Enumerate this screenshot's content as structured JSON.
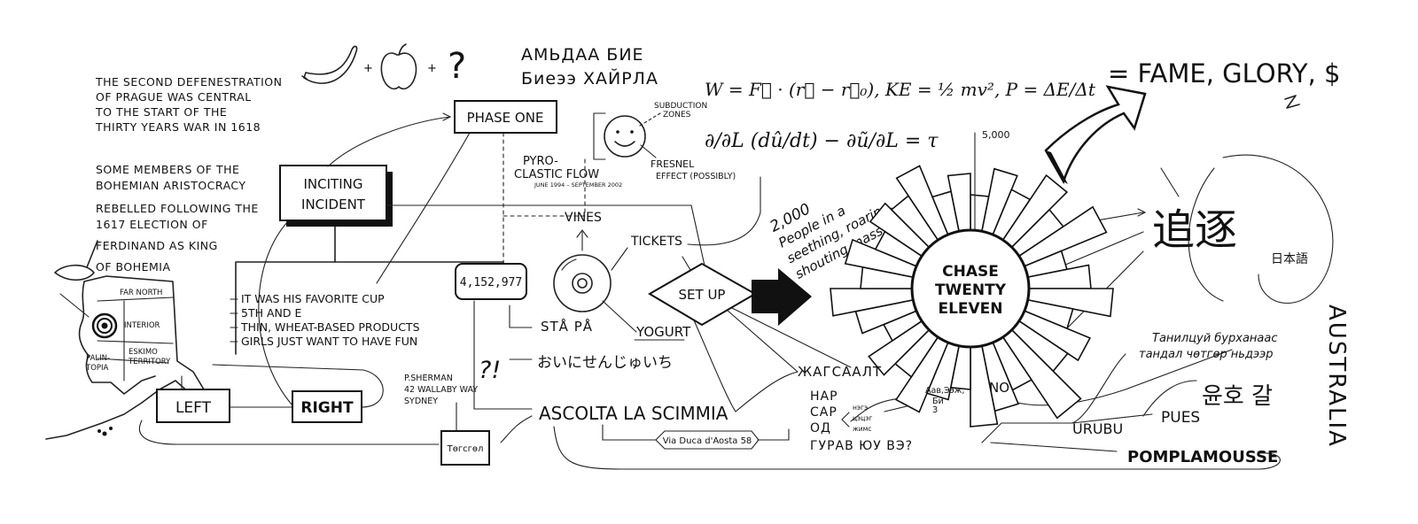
{
  "notes": {
    "defenestration": [
      "THE SECOND DEFENESTRATION",
      "OF PRAGUE WAS CENTRAL",
      "TO THE START OF THE",
      "THIRTY YEARS WAR IN 1618"
    ],
    "aristocracy": [
      "SOME MEMBERS OF THE",
      "BOHEMIAN ARISTOCRACY",
      "REBELLED FOLLOWING THE",
      "1617 ELECTION OF",
      "FERDINAND AS KING",
      "OF BOHEMIA"
    ]
  },
  "fruit": {
    "plus1": "+",
    "plus2": "+",
    "question": "?"
  },
  "mongolian_top": [
    "АМЬДАА БИЕ",
    "Биеээ ХАЙРЛА"
  ],
  "equations": {
    "work": "W = F⃗ · (r⃗ − r⃗₀), KE = ½ mv², P = ΔE/Δt",
    "lagrange": "∂/∂L (dû/dt) − ∂ũ/∂L = τ"
  },
  "fame": "= FAME, GLORY, $",
  "phase_one": "PHASE ONE",
  "inciting": [
    "INCITING",
    "INCIDENT"
  ],
  "smiley": {
    "subduction": [
      "SUBDUCTION",
      "ZONES"
    ],
    "pyro": [
      "PYRO-",
      "CLASTIC FLOW"
    ],
    "dates": "JUNE 1994 – SEPTEMBER 2002",
    "fresnel": [
      "FRESNEL",
      "EFFECT (POSSIBLY)"
    ]
  },
  "bullets": [
    "IT WAS HIS FAVORITE CUP",
    "5TH AND E",
    "THIN, WHEAT-BASED PRODUCTS",
    "GIRLS JUST WANT TO HAVE FUN"
  ],
  "count": "4,152,977",
  "vines": "VINES",
  "tickets": "TICKETS",
  "set_up": "SET UP",
  "sta_pa": "STÅ PÅ",
  "yogurt": "YOGURT",
  "interrobang": "?!",
  "japanese_line": "おいにせんじゅいち",
  "address": [
    "P.SHERMAN",
    "42 WALLABY WAY",
    "SYDNEY"
  ],
  "tortoise": "Төгсгөл",
  "ascolta": "ASCOLTA LA SCIMMIA",
  "via": "Via Duca d'Aosta 58",
  "map": {
    "far_north": "FAR NORTH",
    "interior": "INTERIOR",
    "palintopia": [
      "PALIN-",
      "TOPIA"
    ],
    "eskimo": [
      "ESKIMO",
      "TERRITORY"
    ]
  },
  "left": "LEFT",
  "right": "RIGHT",
  "crowd": [
    "2,000",
    "People in a",
    "seething, roaring,",
    "shouting mass"
  ],
  "scale_label": "5,000",
  "chase": [
    "CHASE",
    "TWENTY",
    "ELEVEN"
  ],
  "zhagsaalt": "ЖАГСААЛТ",
  "no": "NO",
  "nar_list": [
    "НАР",
    "САР",
    "ОД",
    "ГУРАВ ЮУ ВЭ?"
  ],
  "small_cyr": [
    "нэгэ",
    "цэцэг",
    "жимс"
  ],
  "abv": [
    "Аав,Ээж,",
    "Би",
    "З"
  ],
  "kanji_main": "追逐",
  "kanji_small": "日本語",
  "mongol_right": [
    "Танилцуй бурханаас",
    "тандал чөтгөр ньдээр"
  ],
  "korean": "윤호 갈",
  "urubu": "URUBU",
  "pues": "PUES",
  "pomplamousse": "POMPLAMOUSSE",
  "australia": "AUSTRALIA"
}
